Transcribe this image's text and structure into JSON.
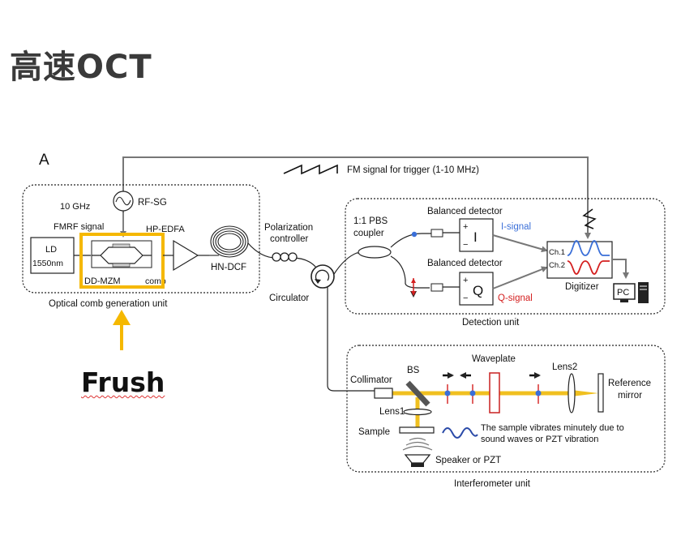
{
  "page": {
    "title": "高速OCT",
    "annotation_label": "Frush",
    "highlight_color": "#f5b800"
  },
  "diagram": {
    "panel_label": "A",
    "top": {
      "fm_signal": "FM signal for trigger (1-10 MHz)"
    },
    "comb_unit": {
      "unit_label": "Optical comb generation unit",
      "freq": "10 GHz",
      "rf_sg": "RF-SG",
      "fmrf": "FMRF signal",
      "hp_edfa": "HP-EDFA",
      "ld_line1": "LD",
      "ld_line2": "1550nm",
      "ddmzm": "DD-MZM",
      "comb": "comb",
      "hn_dcf": "HN-DCF"
    },
    "middle": {
      "polarization_line1": "Polarization",
      "polarization_line2": "controller",
      "circulator": "Circulator"
    },
    "detection_unit": {
      "unit_label": "Detection unit",
      "pbs_line1": "1:1 PBS",
      "pbs_line2": "coupler",
      "detector_top": "Balanced detector",
      "detector_bottom": "Balanced detector",
      "i_letter": "I",
      "q_letter": "Q",
      "plus": "+",
      "minus": "−",
      "i_signal": "I-signal",
      "q_signal": "Q-signal",
      "ch1": "Ch.1",
      "ch2": "Ch.2",
      "digitizer": "Digitizer",
      "pc": "PC",
      "i_color": "#3a6fd8",
      "q_color": "#d42020"
    },
    "interferometer_unit": {
      "unit_label": "Interferometer unit",
      "collimator": "Collimator",
      "bs": "BS",
      "waveplate": "Waveplate",
      "lens2": "Lens2",
      "reference_line1": "Reference",
      "reference_line2": "mirror",
      "lens1": "Lens1",
      "sample": "Sample",
      "vibration_line1": "The sample vibrates minutely due to",
      "vibration_line2": "sound waves or PZT vibration",
      "speaker": "Speaker or PZT",
      "beam_color": "#f0c020"
    }
  }
}
